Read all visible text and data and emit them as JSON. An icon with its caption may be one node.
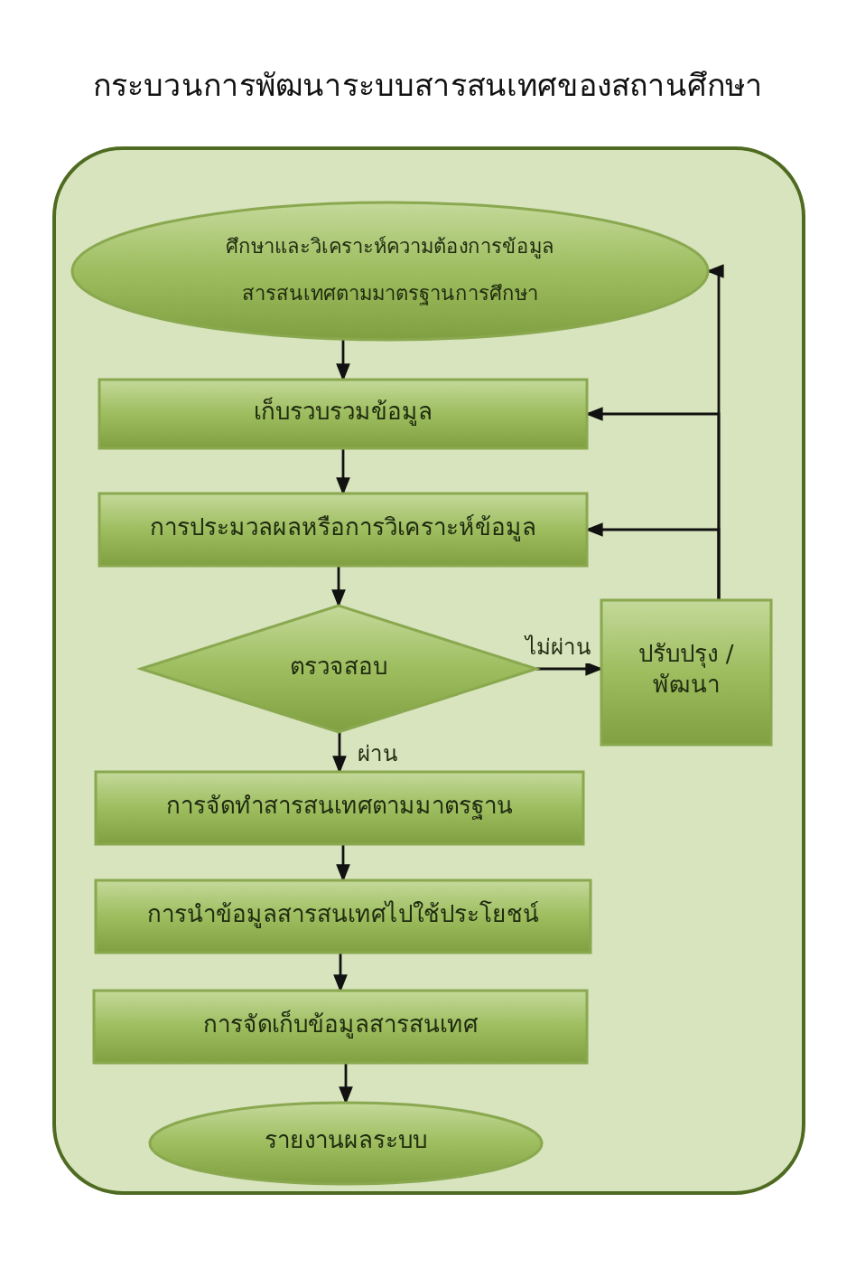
{
  "diagram": {
    "title": "กระบวนการพัฒนาระบบสารสนเทศของสถานศึกษา",
    "nodes": [
      {
        "text": [
          "ศึกษาและวิเคราะห์ความต้องการข้อมูล",
          "สารสนเทศตามมาตรฐานการศึกษา"
        ]
      },
      {
        "text": [
          "เก็บรวบรวมข้อมูล"
        ]
      },
      {
        "text": [
          "การประมวลผลหรือการวิเคราะห์ข้อมูล"
        ]
      },
      {
        "text": [
          "ตรวจสอบ"
        ]
      },
      {
        "text": [
          "ปรับปรุง / พัฒนา"
        ]
      },
      {
        "text": [
          "การจัดทำสารสนเทศตามมาตรฐาน"
        ]
      },
      {
        "text": [
          "การนำข้อมูลสารสนเทศไปใช้ประโยชน์"
        ]
      },
      {
        "text": [
          "การจัดเก็บข้อมูลสารสนเทศ"
        ]
      },
      {
        "text": [
          "รายงานผลระบบ"
        ]
      }
    ],
    "edges": [
      {
        "from": 0,
        "to": 1,
        "arrow": "to"
      },
      {
        "from": 1,
        "to": 2,
        "arrow": "to"
      },
      {
        "from": 2,
        "to": 3,
        "arrow": "to"
      },
      {
        "from": 3,
        "to": 4,
        "arrow": "to",
        "label": "ไม่ผ่าน"
      },
      {
        "from": 3,
        "to": 5,
        "arrow": "to",
        "label": "ผ่าน"
      },
      {
        "from": 5,
        "to": 6,
        "arrow": "to"
      },
      {
        "from": 6,
        "to": 7,
        "arrow": "to"
      },
      {
        "from": 7,
        "to": 8,
        "arrow": "to"
      },
      {
        "from": 4,
        "to": 0,
        "arrow": "to"
      },
      {
        "from": 4,
        "to": 1,
        "arrow": "to"
      },
      {
        "from": 4,
        "to": 2,
        "arrow": "to"
      }
    ]
  }
}
